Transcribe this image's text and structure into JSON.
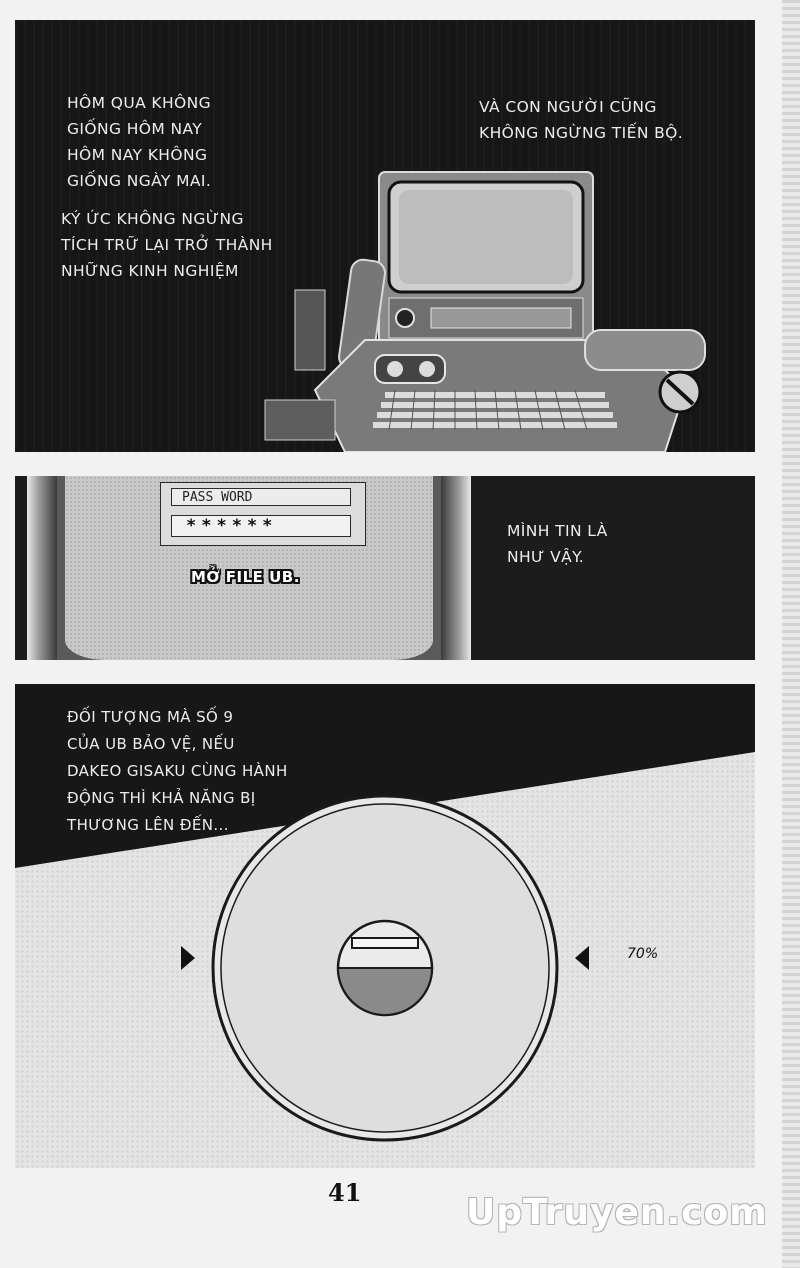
{
  "panel1": {
    "caption_left_1": "HÔM QUA KHÔNG\nGIỐNG HÔM NAY\nHÔM NAY KHÔNG\nGIỐNG NGÀY MAI.",
    "caption_left_2": "KÝ ỨC KHÔNG NGỪNG\nTÍCH TRỮ LẠI TRỞ THÀNH\nNHỮNG KINH NGHIỆM",
    "caption_right": "VÀ CON NGƯỜI CŨNG\nKHÔNG NGỪNG TIẾN BỘ."
  },
  "panel2": {
    "password_label": "PASS WORD",
    "password_value": "******",
    "screen_text": "MỞ FILE UB.",
    "caption": "MÌNH TIN LÀ\nNHƯ VẬY."
  },
  "panel3": {
    "caption": "ĐỐI TƯỢNG MÀ SỐ 9\nCỦA UB BẢO VỆ, NẾU\nDAKEO GISAKU CÙNG HÀNH\nĐỘNG THÌ KHẢ NĂNG BỊ\nTHƯƠNG LÊN ĐẾN...",
    "gauge_percent_label": "70%",
    "gauge_level": 0.7
  },
  "page_number": "41",
  "watermark": "UpTruyen.com",
  "colors": {
    "ink": "#161616",
    "paper": "#f2f2f2",
    "screentone": "#c9c9c9"
  }
}
